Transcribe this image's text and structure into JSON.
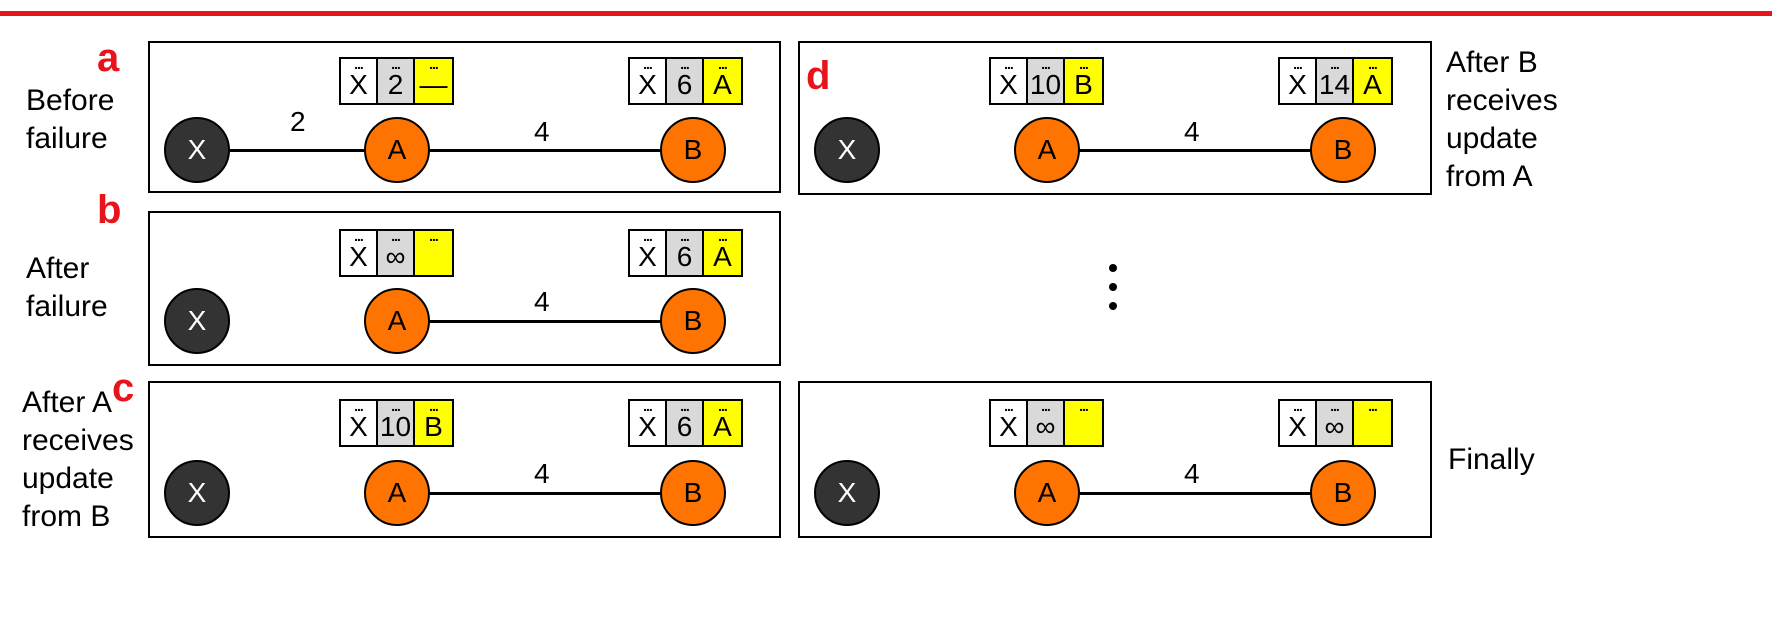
{
  "colors": {
    "accent_red": "#e8141c",
    "node_orange": "#ff7300",
    "node_dark": "#333333",
    "via_yellow": "#ffff00",
    "cost_gray": "#d9d9d9"
  },
  "panels": {
    "a": {
      "label": "a",
      "caption": [
        "Before",
        "failure"
      ],
      "nodes": {
        "x": "X",
        "a": "A",
        "b": "B"
      },
      "link_xa_cost": "2",
      "link_ab_cost": "4",
      "table_a": {
        "dest": "X",
        "cost": "2",
        "via": "—"
      },
      "table_b": {
        "dest": "X",
        "cost": "6",
        "via": "A"
      }
    },
    "b": {
      "label": "b",
      "caption": [
        "After",
        "failure"
      ],
      "nodes": {
        "x": "X",
        "a": "A",
        "b": "B"
      },
      "link_ab_cost": "4",
      "table_a": {
        "dest": "X",
        "cost": "∞",
        "via": ""
      },
      "table_b": {
        "dest": "X",
        "cost": "6",
        "via": "A"
      }
    },
    "c": {
      "label": "c",
      "caption": [
        "After A",
        "receives",
        "update",
        "from B"
      ],
      "nodes": {
        "x": "X",
        "a": "A",
        "b": "B"
      },
      "link_ab_cost": "4",
      "table_a": {
        "dest": "X",
        "cost": "10",
        "via": "B"
      },
      "table_b": {
        "dest": "X",
        "cost": "6",
        "via": "A"
      }
    },
    "d": {
      "label": "d",
      "caption": [
        "After B",
        "receives",
        "update",
        "from A"
      ],
      "nodes": {
        "x": "X",
        "a": "A",
        "b": "B"
      },
      "link_ab_cost": "4",
      "table_a": {
        "dest": "X",
        "cost": "10",
        "via": "B"
      },
      "table_b": {
        "dest": "X",
        "cost": "14",
        "via": "A"
      }
    },
    "final": {
      "caption": [
        "Finally"
      ],
      "nodes": {
        "x": "X",
        "a": "A",
        "b": "B"
      },
      "link_ab_cost": "4",
      "table_a": {
        "dest": "X",
        "cost": "∞",
        "via": ""
      },
      "table_b": {
        "dest": "X",
        "cost": "∞",
        "via": ""
      }
    }
  },
  "table_dots": "..."
}
